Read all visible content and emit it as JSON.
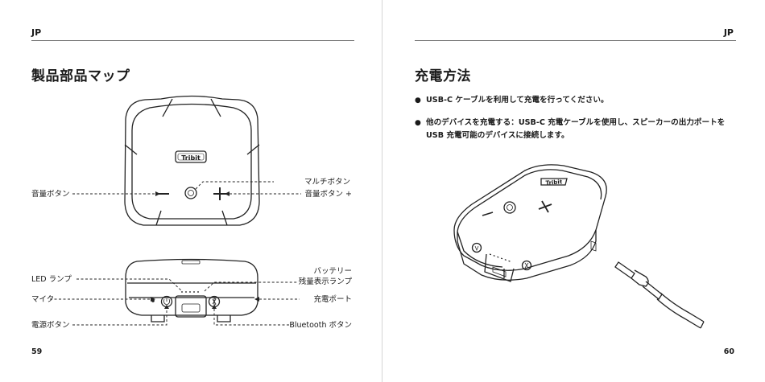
{
  "left_page": {
    "header_lang": "JP",
    "title": "製品部品マップ",
    "page_number": "59",
    "logo_text": "Tribit",
    "top_labels": {
      "multi_button": "マルチボタン",
      "volume_down": "音量ボタン -",
      "volume_up": "音量ボタン +"
    },
    "side_labels": {
      "led": "LED ランプ",
      "battery_line1": "バッテリー",
      "battery_line2": "残量表示ランプ",
      "mic": "マイク",
      "charge_port": "充電ポート",
      "power": "電源ボタン",
      "bluetooth": "Bluetooth ボタン"
    }
  },
  "right_page": {
    "header_lang": "JP",
    "title": "充電方法",
    "page_number": "60",
    "logo_text": "Tribit",
    "bullets": [
      "USB-C ケーブルを利用して充電を行ってください。",
      "他のデバイスを充電する：USB-C 充電ケーブルを使用し、スピーカーの出力ポートを USB 充電可能のデバイスに接続します。"
    ],
    "bullet_symbol": "●"
  },
  "colors": {
    "text": "#1a1a1a",
    "line": "#222222",
    "divider": "#d4d4d4"
  },
  "icons": [
    "power-icon",
    "bluetooth-icon",
    "multi-button-icon",
    "plus-icon",
    "minus-icon"
  ]
}
